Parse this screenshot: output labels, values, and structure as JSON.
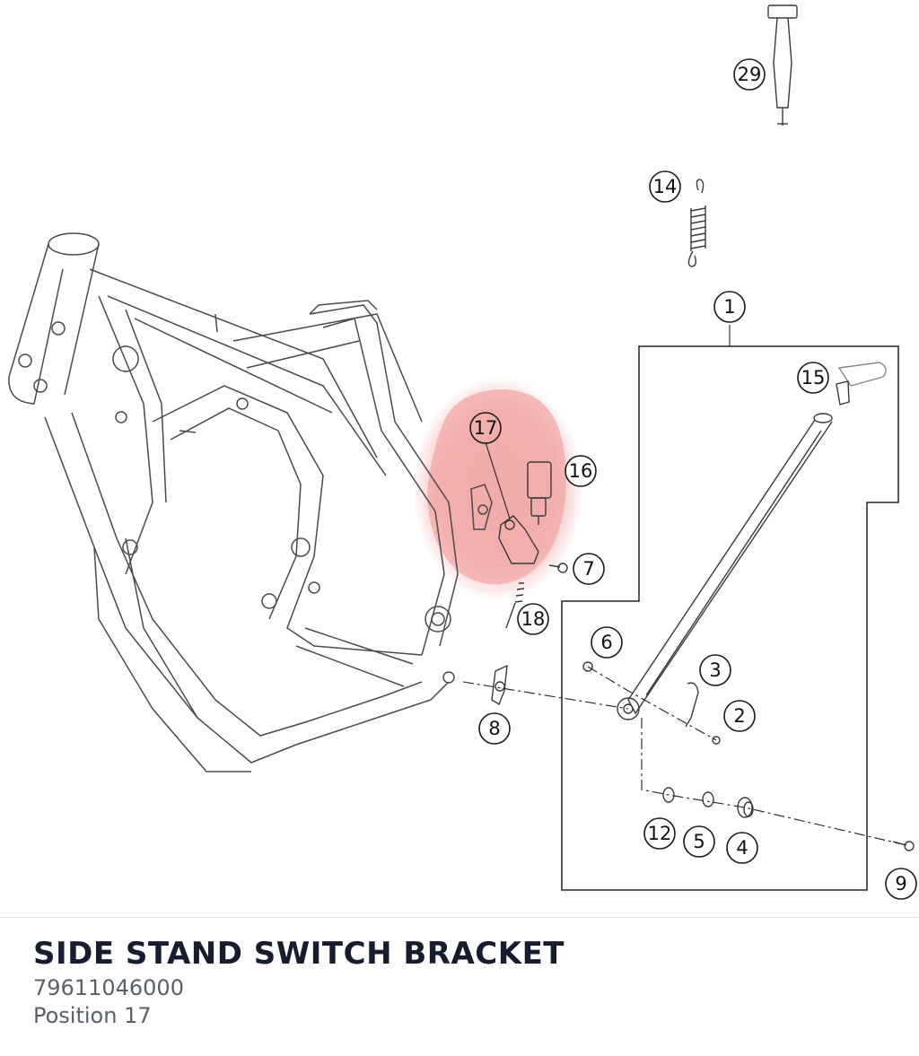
{
  "part": {
    "name": "SIDE STAND SWITCH BRACKET",
    "number": "79611046000",
    "position_label": "Position 17"
  },
  "highlight_color": "#f2a9a9",
  "callouts": [
    {
      "id": "c29",
      "label": "29"
    },
    {
      "id": "c14",
      "label": "14"
    },
    {
      "id": "c1",
      "label": "1"
    },
    {
      "id": "c15",
      "label": "15"
    },
    {
      "id": "c17",
      "label": "17"
    },
    {
      "id": "c16",
      "label": "16"
    },
    {
      "id": "c7",
      "label": "7"
    },
    {
      "id": "c18",
      "label": "18"
    },
    {
      "id": "c6",
      "label": "6"
    },
    {
      "id": "c3",
      "label": "3"
    },
    {
      "id": "c2",
      "label": "2"
    },
    {
      "id": "c8",
      "label": "8"
    },
    {
      "id": "c12",
      "label": "12"
    },
    {
      "id": "c5",
      "label": "5"
    },
    {
      "id": "c4",
      "label": "4"
    },
    {
      "id": "c9",
      "label": "9"
    }
  ]
}
